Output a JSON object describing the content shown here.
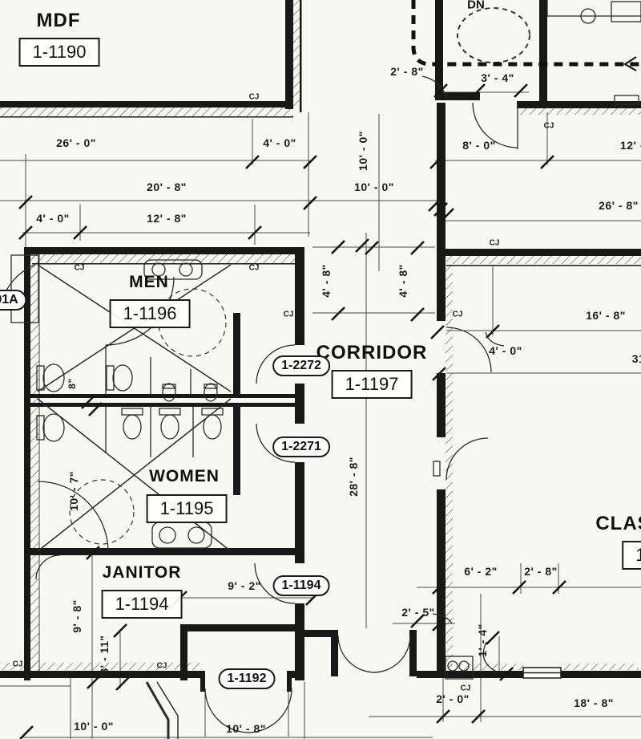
{
  "labels": {
    "cj": "CJ",
    "dn": "DN"
  },
  "rooms": [
    {
      "name": "MDF",
      "tag": "1-1190"
    },
    {
      "name": "MEN",
      "tag": "1-1196"
    },
    {
      "name": "WOMEN",
      "tag": "1-1195"
    },
    {
      "name": "JANITOR",
      "tag": "1-1194"
    },
    {
      "name": "CORRIDOR",
      "tag": "1-1197"
    },
    {
      "name": "CLAS",
      "tag": "1-"
    }
  ],
  "door_tags": [
    "01A",
    "1-2272",
    "1-2271",
    "1-1194",
    "1-1192"
  ],
  "dims": [
    "26' - 0\"",
    "4' - 0\"",
    "20' - 8\"",
    "10' - 0\"",
    "10' - 0\"",
    "26' - 8\"",
    "2' - 8\"",
    "3' - 4\"",
    "8' - 0\"",
    "12' -",
    "4' - 0\"",
    "12' - 8\"",
    "4' - 8\"",
    "4' - 8\"",
    "16' - 8\"",
    "4' - 0\"",
    "31",
    "28' - 8\"",
    "10' - 7\"",
    "8\"",
    "9' - 8\"",
    "3' - 11\"",
    "9' - 2\"",
    "6' - 2\"",
    "2' - 8\"",
    "2' - 5\"",
    "1' - 4\"",
    "2' - 0\"",
    "18' - 8\"",
    "10' - 0\"",
    "10' - 8\""
  ]
}
